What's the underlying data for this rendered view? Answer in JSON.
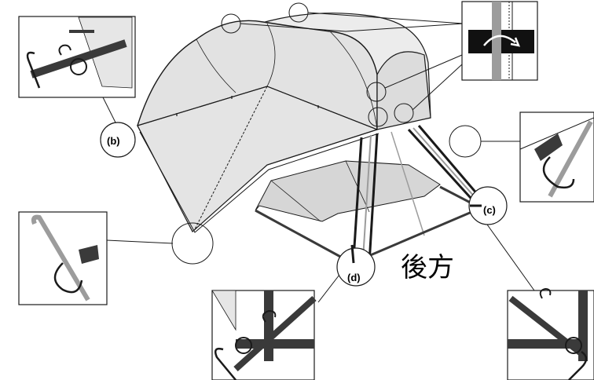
{
  "labels": {
    "b": "(b)",
    "c": "(c)",
    "d": "(d)",
    "rear": "後方"
  },
  "colors": {
    "tent_fill": "#e2e2e2",
    "tent_fill_light": "#ececec",
    "inner_fill": "#d6d6d6",
    "stroke": "#1a1a1a",
    "pole": "#9c9c9c",
    "strap": "#3a3a3a",
    "background": "#ffffff"
  },
  "icons": {
    "rotate_arrow": "curved-arrow-icon",
    "hook": "hook-icon",
    "ring": "ring-icon",
    "peg": "peg-icon"
  }
}
